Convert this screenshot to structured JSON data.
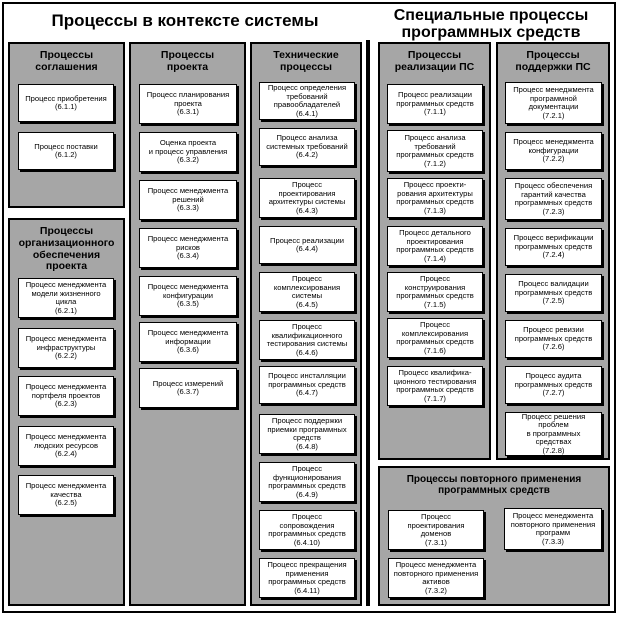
{
  "left_section": {
    "title": "Процессы в контексте системы",
    "agreement": {
      "title": "Процессы\nсоглашения",
      "items": [
        {
          "text": "Процесс приобретения\n(6.1.1)"
        },
        {
          "text": "Процесс поставки\n(6.1.2)"
        }
      ]
    },
    "org": {
      "title": "Процессы\nорганизационного\nобеспечения\nпроекта",
      "items": [
        {
          "text": "Процесс менеджмента\nмодели жизненного\nцикла\n(6.2.1)"
        },
        {
          "text": "Процесс менеджмента\nинфраструктуры\n(6.2.2)"
        },
        {
          "text": "Процесс менеджмента\nпортфеля проектов\n(6.2.3)"
        },
        {
          "text": "Процесс менеджмента\nлюдских ресурсов\n(6.2.4)"
        },
        {
          "text": "Процесс менеджмента\nкачества\n(6.2.5)"
        }
      ]
    },
    "project": {
      "title": "Процессы\nпроекта",
      "items": [
        {
          "text": "Процесс планирования\nпроекта\n(6.3.1)"
        },
        {
          "text": "Оценка проекта\nи процесс управления\n(6.3.2)"
        },
        {
          "text": "Процесс менеджмента\nрешений\n(6.3.3)"
        },
        {
          "text": "Процесс менеджмента\nрисков\n(6.3.4)"
        },
        {
          "text": "Процесс менеджмента\nконфигурации\n(6.3.5)"
        },
        {
          "text": "Процесс менеджмента\nинформации\n(6.3.6)"
        },
        {
          "text": "Процесс измерений\n(6.3.7)"
        }
      ]
    },
    "technical": {
      "title": "Технические\nпроцессы",
      "items": [
        {
          "text": "Процесс определения\nтребований\nправообладателей\n(6.4.1)"
        },
        {
          "text": "Процесс анализа\nсистемных требований\n(6.4.2)"
        },
        {
          "text": "Процесс\nпроектирования\nархитектуры системы\n(6.4.3)"
        },
        {
          "text": "Процесс реализации\n(6.4.4)"
        },
        {
          "text": "Процесс\nкомплексирования\nсистемы\n(6.4.5)"
        },
        {
          "text": "Процесс\nквалификационного\nтестирования системы\n(6.4.6)"
        },
        {
          "text": "Процесс инсталляции\nпрограммных средств\n(6.4.7)"
        },
        {
          "text": "Процесс поддержки\nприемки программных\nсредств\n(6.4.8)"
        },
        {
          "text": "Процесс\nфункционирования\nпрограммных средств\n(6.4.9)"
        },
        {
          "text": "Процесс\nсопровождения\nпрограммных средств\n(6.4.10)"
        },
        {
          "text": "Процесс прекращения\nприменения\nпрограммных средств\n(6.4.11)"
        }
      ]
    }
  },
  "right_section": {
    "title": "Специальные процессы\nпрограммных средств",
    "implementation": {
      "title": "Процессы\nреализации ПС",
      "items": [
        {
          "text": "Процесс реализации\nпрограммных средств\n(7.1.1)"
        },
        {
          "text": "Процесс анализа\nтребований\nпрограммных средств\n(7.1.2)"
        },
        {
          "text": "Процесс проекти-\nрования архитектуры\nпрограммных средств\n(7.1.3)"
        },
        {
          "text": "Процесс детального\nпроектирования\nпрограммных средств\n(7.1.4)"
        },
        {
          "text": "Процесс\nконструирования\nпрограммных средств\n(7.1.5)"
        },
        {
          "text": "Процесс\nкомплексирования\nпрограммных средств\n(7.1.6)"
        },
        {
          "text": "Процесс квалифика-\nционного тестирования\nпрограммных средств\n(7.1.7)"
        }
      ]
    },
    "support": {
      "title": "Процессы\nподдержки ПС",
      "items": [
        {
          "text": "Процесс менеджмента\nпрограммной\nдокументации\n(7.2.1)"
        },
        {
          "text": "Процесс менеджмента\nконфигурации\n(7.2.2)"
        },
        {
          "text": "Процесс обеспечения\nгарантий качества\nпрограммных средств\n(7.2.3)"
        },
        {
          "text": "Процесс верификации\nпрограммных средств\n(7.2.4)"
        },
        {
          "text": "Процесс валидации\nпрограммных средств\n(7.2.5)"
        },
        {
          "text": "Процесс ревизии\nпрограммных средств\n(7.2.6)"
        },
        {
          "text": "Процесс аудита\nпрограммных средств\n(7.2.7)"
        },
        {
          "text": "Процесс решения\nпроблем\nв программных\nсредствах\n(7.2.8)"
        }
      ]
    },
    "reuse": {
      "title": "Процессы повторного применения\nпрограммных средств",
      "items": [
        {
          "text": "Процесс\nпроектирования\nдоменов\n(7.3.1)"
        },
        {
          "text": "Процесс менеджмента\nповторного применения\nактивов\n(7.3.2)"
        },
        {
          "text": "Процесс менеджмента\nповторного применения\nпрограмм\n(7.3.3)"
        }
      ]
    }
  }
}
